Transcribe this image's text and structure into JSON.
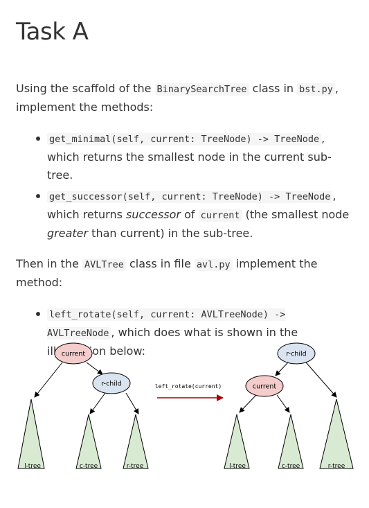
{
  "title": "Task A",
  "intro": {
    "t1": "Using the scaffold of the ",
    "code1": "BinarySearchTree",
    "t2": " class in ",
    "code2": "bst.py",
    "t3": ", implement the methods:"
  },
  "bst_methods": [
    {
      "signature": "get_minimal(self, current: TreeNode) -> TreeNode",
      "t1": ", which returns the smallest node in the current sub-tree."
    },
    {
      "signature": "get_successor(self, current: TreeNode) -> TreeNode",
      "t1": ", which returns ",
      "em1": "successor",
      "t2": " of ",
      "code1": "current",
      "t3": " (the smallest node ",
      "em2": "greater",
      "t4": " than current) in the sub-tree."
    }
  ],
  "then": {
    "t1": "Then in the ",
    "code1": "AVLTree",
    "t2": " class in file ",
    "code2": "avl.py",
    "t3": " implement the method:"
  },
  "avl_methods": [
    {
      "signature": "left_rotate(self, current: AVLTreeNode) -> AVLTreeNode",
      "t1": ", which does what is shown in the illustration below:"
    }
  ],
  "diagram": {
    "before": {
      "root": "current",
      "child": "r-child",
      "trees": [
        "l-tree",
        "c-tree",
        "r-tree"
      ]
    },
    "operation": "left_rotate(current)",
    "after": {
      "root": "r-child",
      "child": "current",
      "trees": [
        "l-tree",
        "c-tree",
        "r-tree"
      ]
    },
    "colors": {
      "current_fill": "#f4cccc",
      "rchild_fill": "#dae3f0",
      "tree_fill": "#d9ead3",
      "arrow": "#aa0000"
    }
  }
}
